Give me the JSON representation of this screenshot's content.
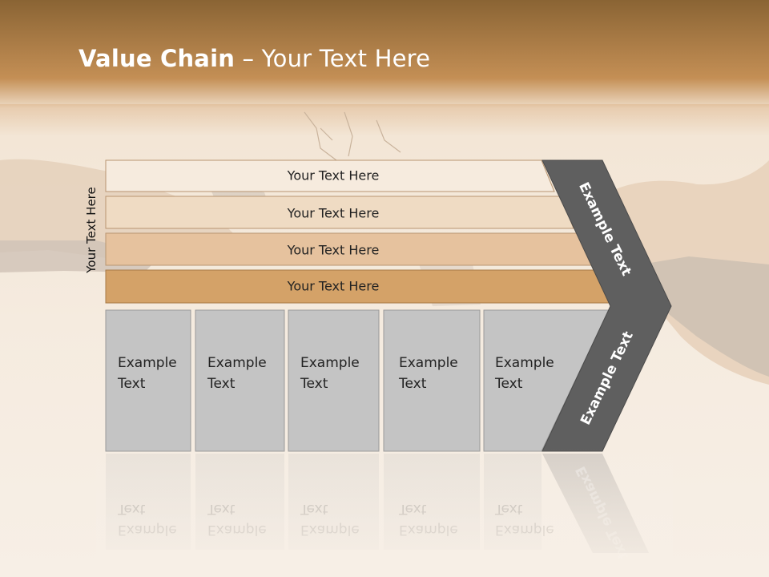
{
  "slide": {
    "title_bold": "Value Chain",
    "title_rest": " – Your Text Here",
    "side_label": "Your Text Here",
    "bars": [
      {
        "label": "Your Text Here",
        "color": "#f6ebde"
      },
      {
        "label": "Your Text Here",
        "color": "#efdbc3"
      },
      {
        "label": "Your Text Here",
        "color": "#e6c29e"
      },
      {
        "label": "Your Text Here",
        "color": "#d4a268"
      }
    ],
    "boxes": [
      {
        "line1": "Example",
        "line2": "Text"
      },
      {
        "line1": "Example",
        "line2": "Text"
      },
      {
        "line1": "Example",
        "line2": "Text"
      },
      {
        "line1": "Example",
        "line2": "Text"
      },
      {
        "line1": "Example",
        "line2": "Text"
      }
    ],
    "chevron_upper": "Example Text",
    "chevron_lower": "Example Text",
    "colors": {
      "header": "#c08a4f",
      "chevron": "#5f5f5f",
      "box": "#c4c4c4"
    }
  }
}
